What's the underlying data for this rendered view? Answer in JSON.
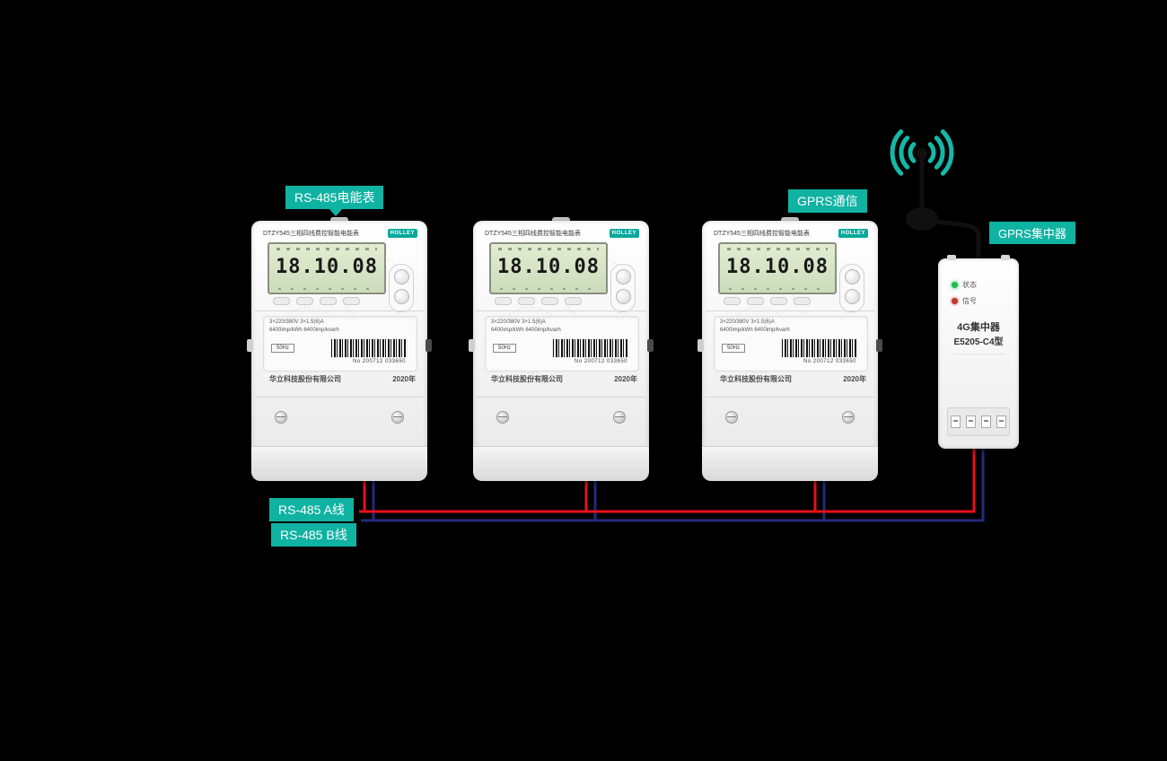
{
  "labels": {
    "meter": "RS-485电能表",
    "gprs": "GPRS通信",
    "concentrator": "GPRS集中器",
    "line_a": "RS-485 A线",
    "line_b": "RS-485 B线"
  },
  "meter": {
    "title": "DTZY545三相四线费控智能电能表",
    "brand": "HOLLEY",
    "lcd": "18.10.08",
    "spec1": "3×220/380V  3×1.5(6)A",
    "spec2": "6400imp/kWh  6400imp/kvarh",
    "freq": "50Hz",
    "serial": "No 200712 033650",
    "company": "华立科技股份有限公司",
    "year": "2020年"
  },
  "concentrator": {
    "led_status": "状态",
    "led_signal": "信号",
    "name": "4G集中器",
    "model": "E5205-C4型"
  },
  "colors": {
    "accent": "#10b2a2",
    "wire_a": "#e8101c",
    "wire_b": "#232a7c",
    "lcd_bg": "#d6e4c4"
  }
}
